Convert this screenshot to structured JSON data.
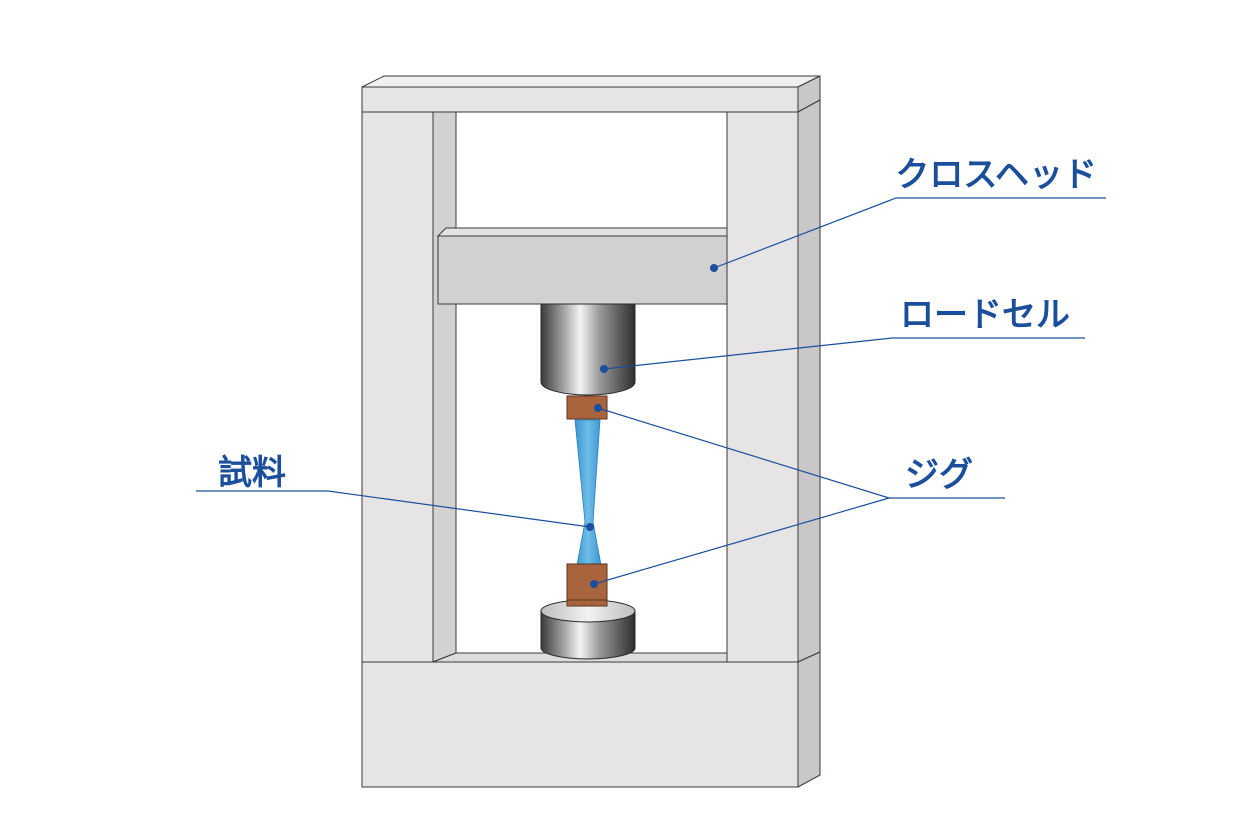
{
  "labels": {
    "crosshead": "クロスヘッド",
    "load_cell": "ロードセル",
    "jig": "ジグ",
    "specimen": "試料"
  },
  "colors": {
    "label": "#1b4f9c",
    "leader_line": "#1b4f9c",
    "frame_face": "#e6e4e5",
    "frame_side": "#cfcdce",
    "frame_stroke": "#3a3a3a",
    "crosshead_face": "#d2d0d1",
    "jig": "#a9643e",
    "specimen": "#4aa6dc"
  }
}
